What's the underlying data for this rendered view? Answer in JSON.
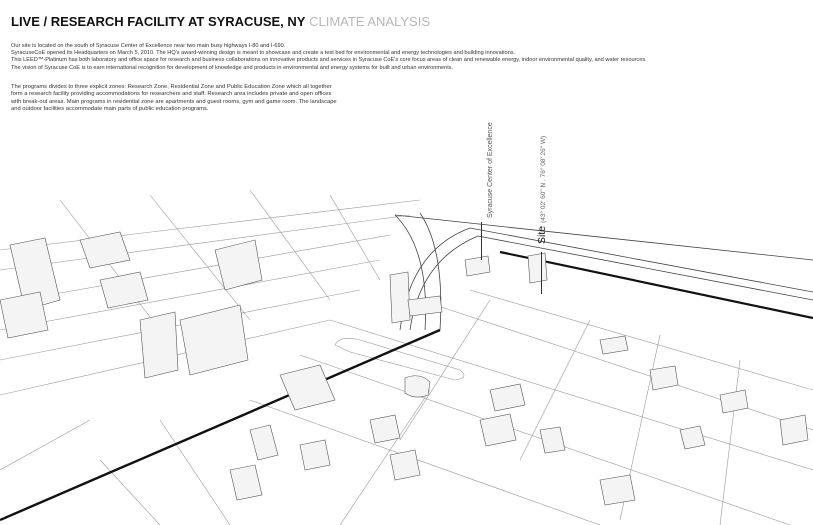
{
  "header": {
    "title_main": "LIVE / RESEARCH FACILITY AT SYRACUSE, NY",
    "title_sub": "CLIMATE ANALYSIS"
  },
  "description": {
    "lines": [
      "Our site is located on the south of Syracuse Center of Excellence near two main busy highways I-80 and I-690.",
      "SyracuseCoE opened its Headquarters on March 5, 2010. The HQ's award-winning design is meant to showcase and create a test bed for environmental and energy technologies and building innovations.",
      "This LEED™-Platinum has both laboratory and office space for research and business collaborations on innovative products and services in Syracuse CoE's core focus areas of clean and renewable energy, indoor environmental quality, and water resources.",
      "The vision of Syracuse CoE is to earn international recognition for development of knowledge and products in environmental and energy systems for built and urban environments."
    ]
  },
  "programs": {
    "lines": [
      "The programs divides to three explicit zones: Research Zone, Residential Zone and Public Education Zone which all together",
      "form a research facility providing accommodations for researchers and staff. Research area includes private and open offices",
      "with break-out areas. Main programs in residential zone are apartments and guest rooms, gym and game room. The landscape",
      "and outdoor facilities accommodate main parts of public education programs."
    ]
  },
  "map": {
    "labels": {
      "coe": "Syracuse Center of Excellence",
      "site": "Site",
      "site_coords": "(43° 02' 60\" N , 76° 08' 26\" W)"
    },
    "line_color": "#222222",
    "background": "#ffffff"
  }
}
